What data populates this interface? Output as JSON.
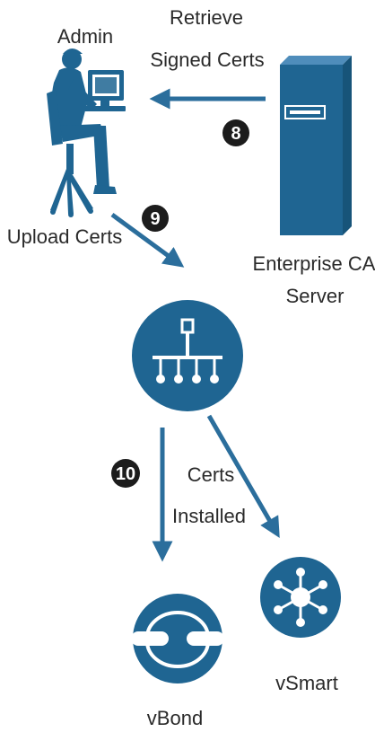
{
  "labels": {
    "admin": "Admin",
    "retrieve_line1": "Retrieve",
    "retrieve_line2": "Signed Certs",
    "upload": "Upload Certs",
    "ca_line1": "Enterprise CA",
    "ca_line2": "Server",
    "certs_line1": "Certs",
    "certs_line2": "Installed",
    "vbond": "vBond",
    "vsmart": "vSmart"
  },
  "steps": {
    "s8": "8",
    "s9": "9",
    "s10": "10"
  },
  "colors": {
    "node": "#1f6592",
    "arrow": "#2b6e9c",
    "badge": "#1c1c1c",
    "label": "#2a2a2a"
  },
  "icons": [
    "admin-at-computer-icon",
    "server-tower-icon",
    "vmanage-hierarchy-icon",
    "vbond-icon",
    "vsmart-hub-icon"
  ]
}
